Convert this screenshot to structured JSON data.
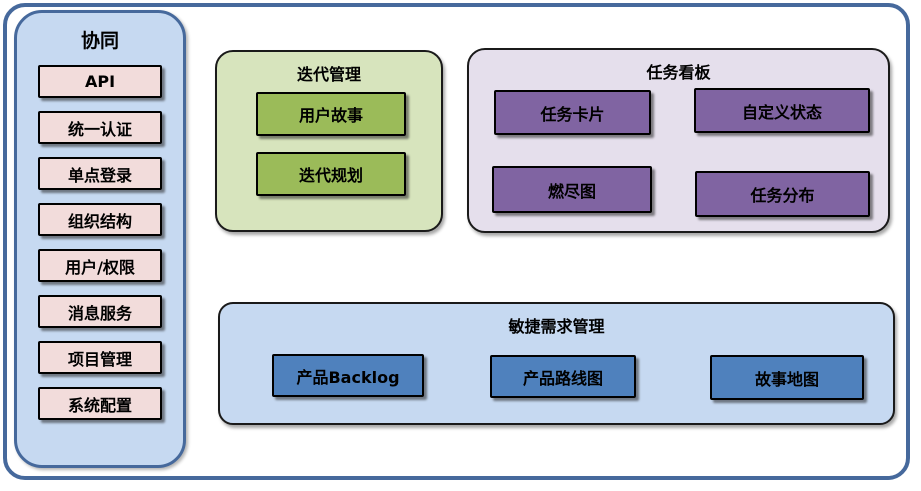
{
  "colors": {
    "frame_border": "#46699C",
    "sidebar_fill": "#C6D9F1",
    "sidebar_item_fill": "#F2DCDB",
    "iteration_panel_fill": "#D7E4BD",
    "iteration_item_fill": "#9BBB59",
    "kanban_panel_fill": "#E5DFEC",
    "kanban_item_fill": "#8064A2",
    "agile_panel_fill": "#C6D9F1",
    "agile_item_fill": "#4F81BD",
    "box_border": "#000000"
  },
  "sidebar": {
    "title": "协同",
    "items": [
      "API",
      "统一认证",
      "单点登录",
      "组织结构",
      "用户/权限",
      "消息服务",
      "项目管理",
      "系统配置"
    ]
  },
  "panels": {
    "iteration": {
      "title": "迭代管理",
      "items": [
        "用户故事",
        "迭代规划"
      ]
    },
    "kanban": {
      "title": "任务看板",
      "items": [
        "任务卡片",
        "自定义状态",
        "燃尽图",
        "任务分布"
      ]
    },
    "agile": {
      "title": "敏捷需求管理",
      "items": [
        "产品Backlog",
        "产品路线图",
        "故事地图"
      ]
    }
  }
}
